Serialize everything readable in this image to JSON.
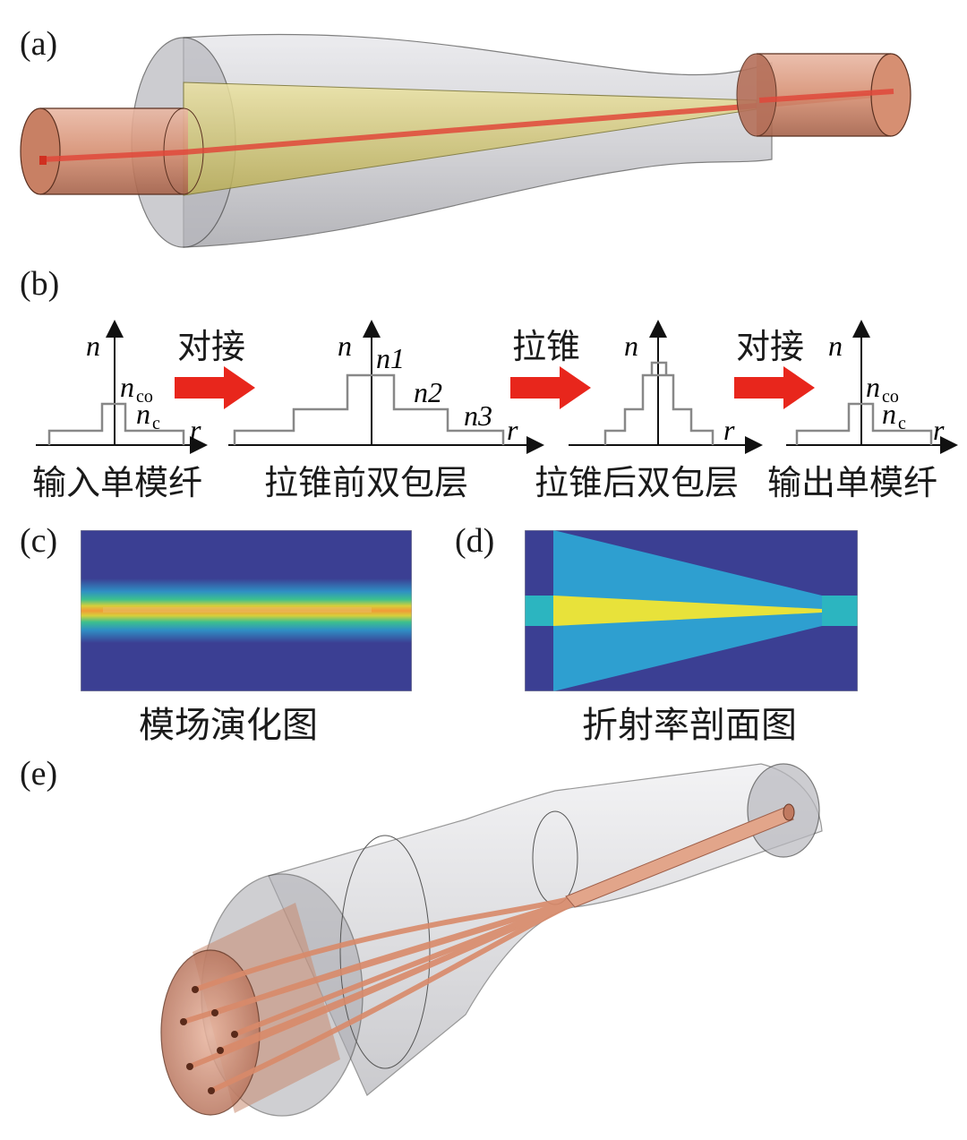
{
  "panels": {
    "a": {
      "label": "(a)"
    },
    "b": {
      "label": "(b)",
      "arrows": [
        "对接",
        "拉锥",
        "对接"
      ],
      "profiles": [
        {
          "caption": "输入单模纤",
          "n": "n",
          "n_co": "n",
          "n_co_sub": "co",
          "n_c": "n",
          "n_c_sub": "c",
          "r": "r"
        },
        {
          "caption": "拉锥前双包层",
          "n": "n",
          "n1": "n1",
          "n2": "n2",
          "n3": "n3",
          "r": "r"
        },
        {
          "caption": "拉锥后双包层",
          "n": "n",
          "r": "r"
        },
        {
          "caption": "输出单模纤",
          "n": "n",
          "n_co": "n",
          "n_co_sub": "co",
          "n_c": "n",
          "n_c_sub": "c",
          "r": "r"
        }
      ]
    },
    "c": {
      "label": "(c)",
      "caption": "模场演化图"
    },
    "d": {
      "label": "(d)",
      "caption": "折射率剖面图"
    },
    "e": {
      "label": "(e)"
    }
  },
  "colors": {
    "fiber_core_red": "#e0483a",
    "fiber_copper": "#d98a6a",
    "taper_yellow": "#d8cf7a",
    "glass_gray": "#c9c9cd",
    "arrow_red": "#e8261c",
    "field_bg": "#3b3f93",
    "profile_cyan": "#2e9fd0",
    "profile_yellow": "#e8e23a"
  }
}
